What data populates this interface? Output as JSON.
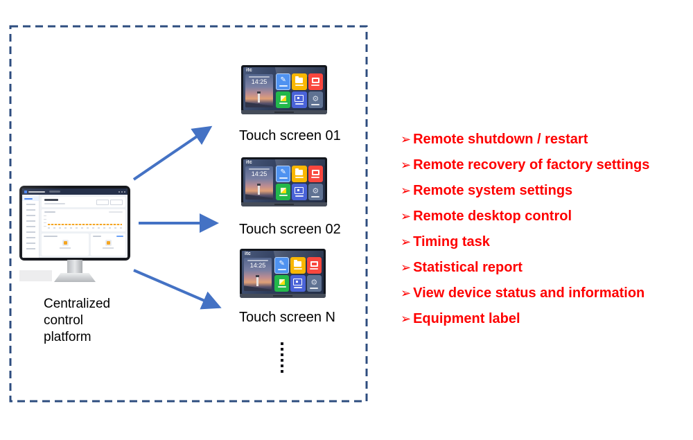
{
  "platform": {
    "label": "Centralized control platform"
  },
  "screens": [
    {
      "label": "Touch screen 01"
    },
    {
      "label": "Touch screen 02"
    },
    {
      "label": "Touch screen N"
    }
  ],
  "device": {
    "brand": "itc",
    "time": "14:25"
  },
  "features": {
    "bullet": "➢",
    "items": [
      "Remote shutdown / restart",
      "Remote recovery of factory settings",
      "Remote system settings",
      "Remote desktop control",
      "Timing task",
      "Statistical report",
      "View device status and information",
      "Equipment label"
    ]
  },
  "colors": {
    "dashed_border": "#2e4d7f",
    "arrow": "#4472c4",
    "feature_text": "#fe0000"
  }
}
